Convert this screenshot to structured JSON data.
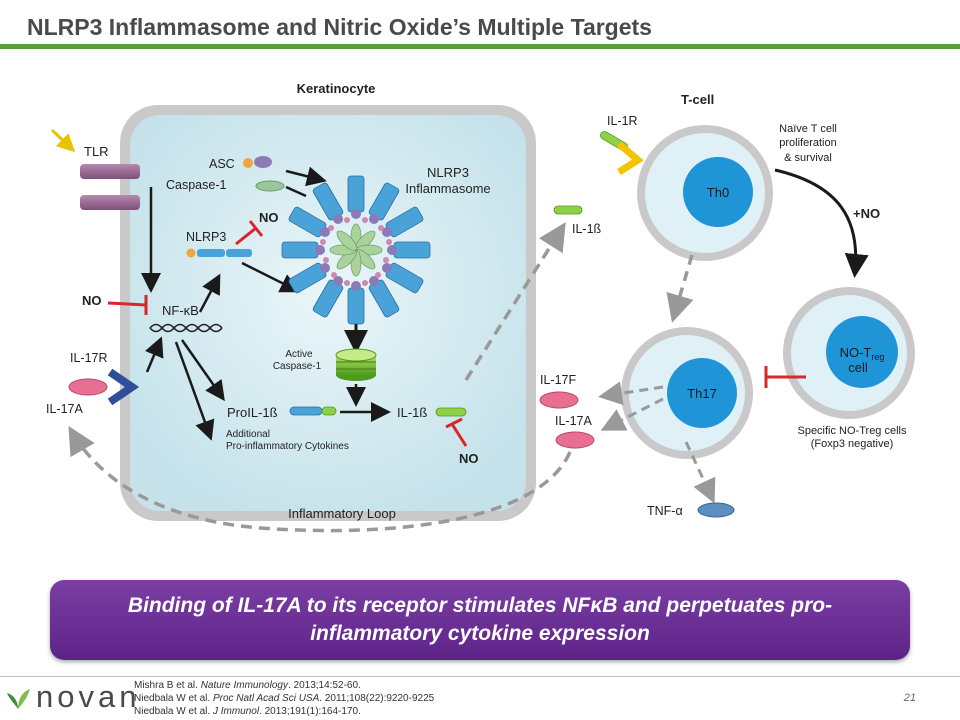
{
  "title": "NLRP3 Inflammasome and Nitric Oxide’s Multiple Targets",
  "diagram": {
    "keratinocyte": "Keratinocyte",
    "tlr": "TLR",
    "asc": "ASC",
    "caspase1": "Caspase-1",
    "nlrp3_inflammasome_line1": "NLRP3",
    "nlrp3_inflammasome_line2": "Inflammasome",
    "nlrp3": "NLRP3",
    "no": "NO",
    "nfkb": "NF-κB",
    "il17r": "IL-17R",
    "il17a_left": "IL-17A",
    "active_caspase_line1": "Active",
    "active_caspase_line2": "Caspase-1",
    "proil1b": "ProIL-1ß",
    "il1b_inside": "IL-1ß",
    "additional_line1": "Additional",
    "additional_line2": "Pro-inflammatory Cytokines",
    "il1b_outside": "IL-1ß",
    "inflammatory_loop": "Inflammatory Loop",
    "tcell": "T-cell",
    "il1r": "IL-1R",
    "th0": "Th0",
    "naive_line1": "Naïve T cell",
    "naive_line2": "proliferation",
    "naive_line3": "& survival",
    "plus_no": "+NO",
    "notreg_main": "NO-T",
    "notreg_sub": "reg",
    "notreg_line2": "cell",
    "specific_line1": "Specific NO-Treg cells",
    "specific_line2": "(Foxp3 negative)",
    "th17": "Th17",
    "il17f": "IL-17F",
    "il17a_right": "IL-17A",
    "tnfa": "TNF-α"
  },
  "banner": "Binding of IL-17A to its receptor stimulates NFκB and perpetuates pro-inflammatory cytokine expression",
  "logo": "novan",
  "references": [
    {
      "author": "Mishra B et al. ",
      "journal": "Nature Immunology",
      "detail": ". 2013;14:52-60."
    },
    {
      "author": "Niedbala W et al. ",
      "journal": "Proc Natl Acad Sci USA",
      "detail": ". 2011;108(22):9220-9225"
    },
    {
      "author": "Niedbala W et al. ",
      "journal": "J Immunol",
      "detail": ". 2013;191(1):164-170."
    }
  ],
  "page_number": "21",
  "colors": {
    "accent_green": "#5a9e3a",
    "banner_purple": "#6a2c95",
    "inhibit_red": "#d9262b",
    "cell_blue": "#1f95d8",
    "cytoplasm": "#d9eef2"
  }
}
